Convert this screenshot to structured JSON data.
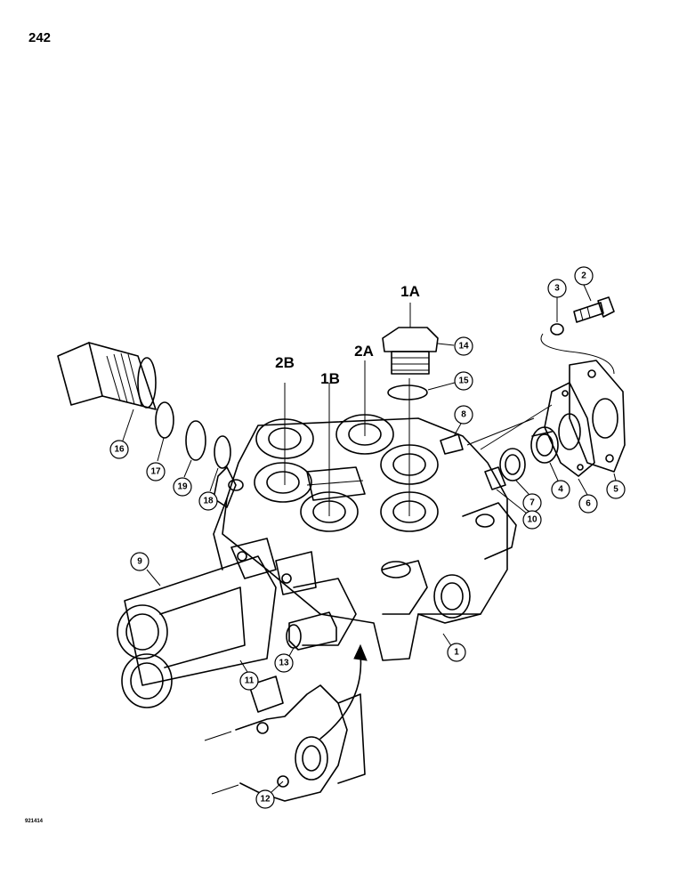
{
  "page_number": "242",
  "figure_code": "921414",
  "port_labels": [
    "1A",
    "2B",
    "1B",
    "2A"
  ],
  "callouts": [
    "1",
    "2",
    "3",
    "4",
    "5",
    "6",
    "7",
    "8",
    "9",
    "10",
    "11",
    "12",
    "13",
    "14",
    "15",
    "16",
    "17",
    "18",
    "19"
  ]
}
